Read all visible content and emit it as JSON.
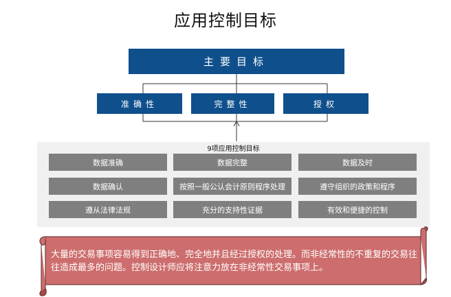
{
  "title": "应用控制目标",
  "main_goal": "主要目标",
  "sub_goals": [
    "准确性",
    "完整性",
    "授权"
  ],
  "panel_label": "9项应用控制目标",
  "items": [
    "数据准确",
    "数据完整",
    "数据及时",
    "数据确认",
    "按照一般公认会计原则程序处理",
    "遵守组织的政策和程序",
    "遵从法律法规",
    "充分的支持性证据",
    "有效和便捷的控制"
  ],
  "note": "大量的交易事项容易得到正确地、完全地并且经过授权的处理。而非经常性的不重复的交易往往造成最多的问题。控制设计师应将注意力放在非经常性交易事项上。",
  "colors": {
    "primary": "#0f4f8c",
    "item": "#7f7f7f",
    "panel": "#f0f0f0",
    "scroll": "#cd6d6d"
  }
}
